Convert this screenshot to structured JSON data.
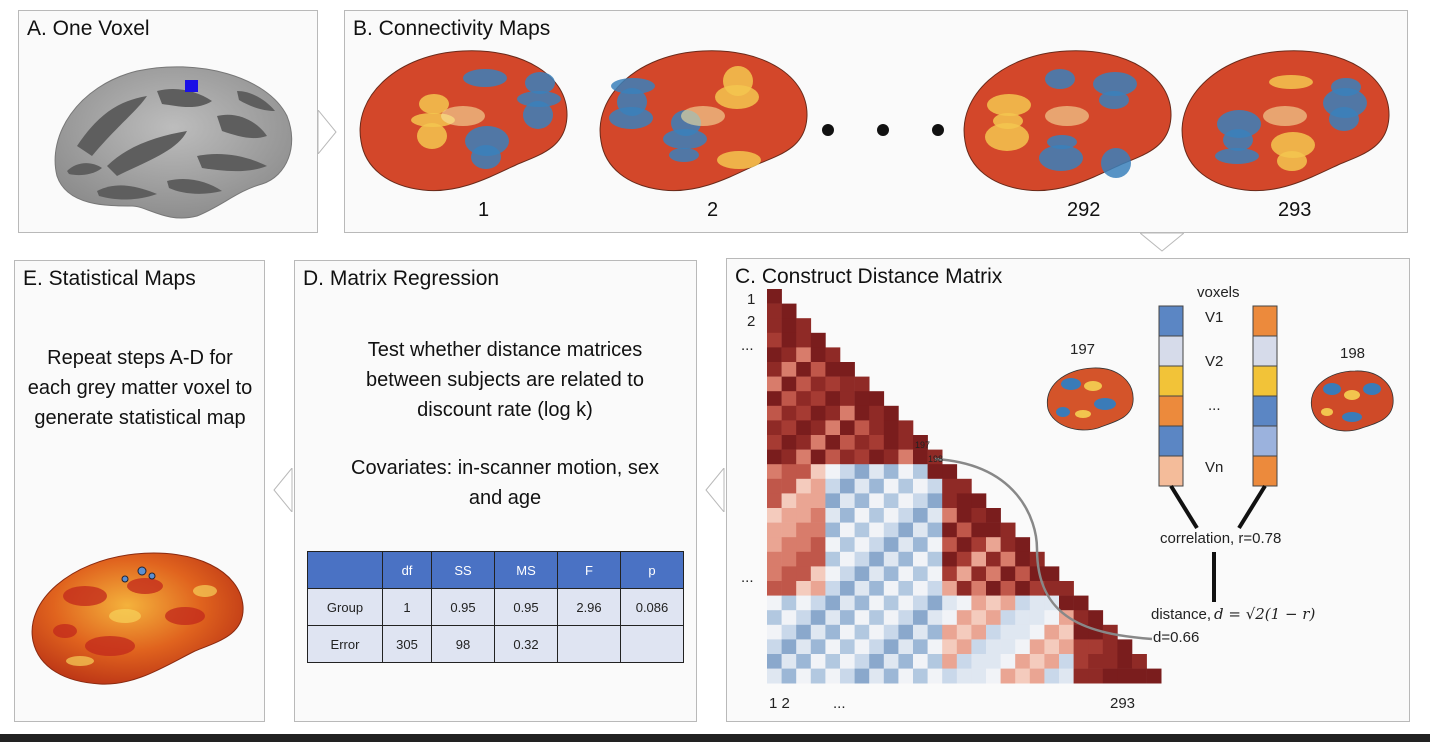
{
  "panels": {
    "a": {
      "title": "A. One Voxel"
    },
    "b": {
      "title": "B. Connectivity Maps",
      "map_labels": [
        "1",
        "2",
        "292",
        "293"
      ]
    },
    "c": {
      "title": "C. Construct Distance Matrix",
      "row_labels": [
        "1",
        "2",
        "...",
        "..."
      ],
      "col_labels": [
        "1 2",
        "...",
        "293"
      ],
      "marker_197": "197",
      "marker_198": "198",
      "brain_left_label": "197",
      "brain_right_label": "198",
      "voxels_header": "voxels",
      "voxel_labels": [
        "V1",
        "V2",
        "...",
        "Vn"
      ],
      "correlation_text": "correlation, r=0.78",
      "distance_text": "distance,",
      "distance_formula": "d = √2(1 − r)",
      "d_value": "d=0.66"
    },
    "d": {
      "title": "D. Matrix Regression",
      "description": "Test whether distance matrices between subjects are related to discount rate (log k)",
      "covariates": "Covariates: in-scanner motion, sex and age",
      "table": {
        "headers": [
          "",
          "df",
          "SS",
          "MS",
          "F",
          "p"
        ],
        "rows": [
          [
            "Group",
            "1",
            "0.95",
            "0.95",
            "2.96",
            "0.086"
          ],
          [
            "Error",
            "305",
            "98",
            "0.32",
            "",
            ""
          ]
        ]
      }
    },
    "e": {
      "title": "E. Statistical Maps",
      "description": "Repeat steps A-D for each grey matter voxel to generate statistical map"
    }
  },
  "colors": {
    "voxel_marker": "#1a10e6",
    "table_header": "#4a72c4",
    "table_cell": "#dfe4f2",
    "dark_red": "#7a1d1d",
    "light_blue": "#b9cde0"
  }
}
